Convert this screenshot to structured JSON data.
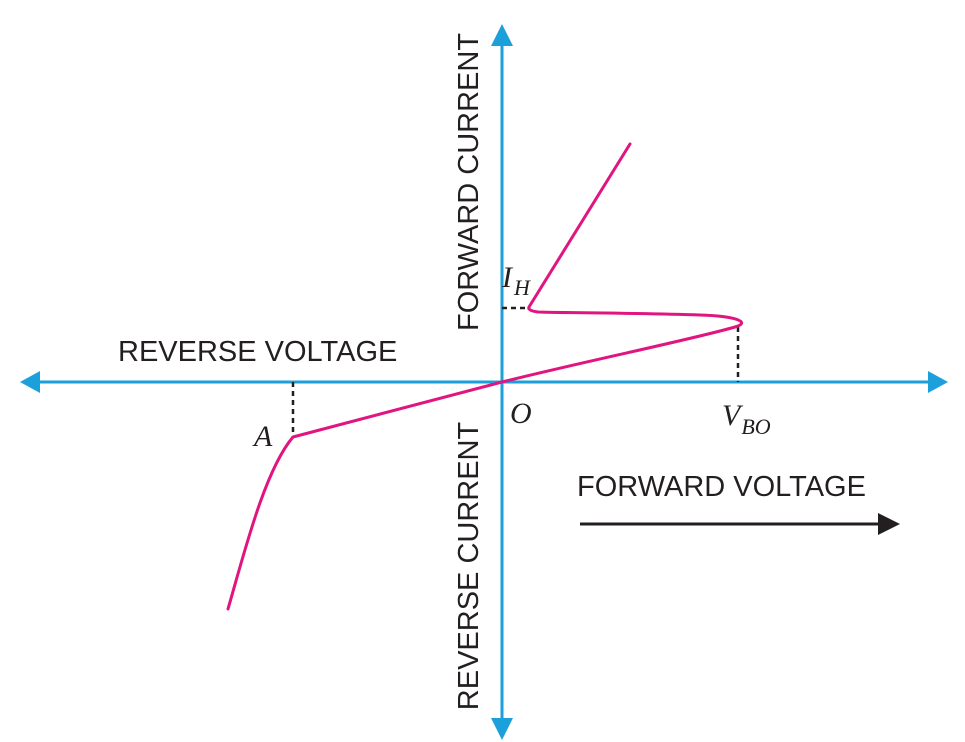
{
  "labels": {
    "forward_current": "FORWARD CURRENT",
    "reverse_current": "REVERSE CURRENT",
    "reverse_voltage": "REVERSE VOLTAGE",
    "forward_voltage": "FORWARD VOLTAGE",
    "origin": "O",
    "holding_current": {
      "main": "I",
      "sub": "H"
    },
    "breakover_voltage": {
      "main": "V",
      "sub": "BO"
    },
    "point_a": "A"
  },
  "colors": {
    "axis": "#1ba0dc",
    "curve": "#e0157f",
    "text": "#231f20",
    "dashed": "#231f20",
    "arrow": "#231f20"
  }
}
